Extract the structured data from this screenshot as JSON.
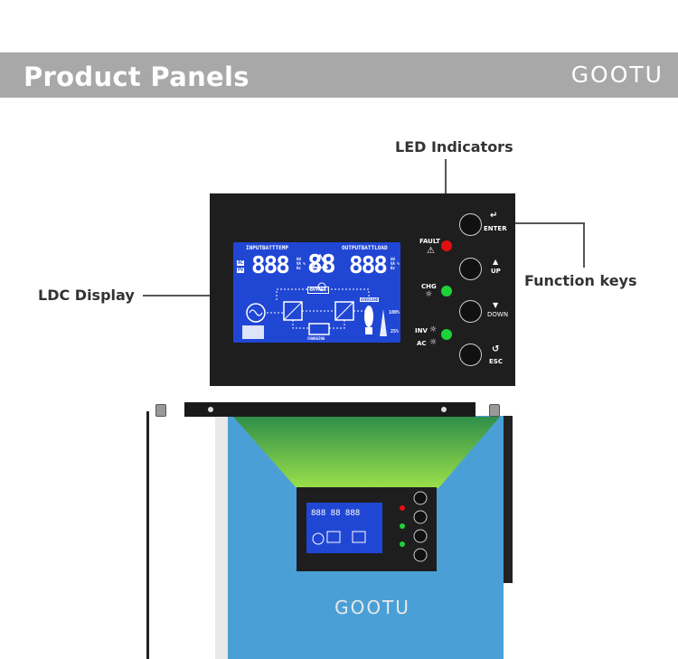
{
  "header": {
    "title": "Product Panels",
    "brand": "GOOTU"
  },
  "callouts": {
    "led_indicators": "LED Indicators",
    "ldc_display": "LDC Display",
    "function_keys": "Function keys"
  },
  "panel": {
    "indicators": [
      "FAULT",
      "CHG",
      "INV",
      "AC"
    ],
    "keys": [
      "ENTER",
      "UP",
      "DOWN",
      "ESC"
    ],
    "lcd": {
      "input_label": "INPUTBATTTEMP",
      "output_label": "OUTPUTBATTLOAD",
      "left_digits": "888",
      "center_digits": "88",
      "right_digits": "888",
      "units": "kW VA % Hz",
      "source_ac": "AC",
      "source_pv": "PV",
      "bypass": "BYPASS",
      "overload": "OVERLOAD",
      "charging": "CHARGING",
      "pct_100": "100%",
      "pct_25": "25%"
    }
  },
  "device": {
    "brand": "GOOTU"
  },
  "colors": {
    "banner": "#a8a8a8",
    "lcd": "#2046d4",
    "led_red": "#e01010",
    "led_green": "#1fd23a",
    "device_blue": "#4aa0d6"
  }
}
